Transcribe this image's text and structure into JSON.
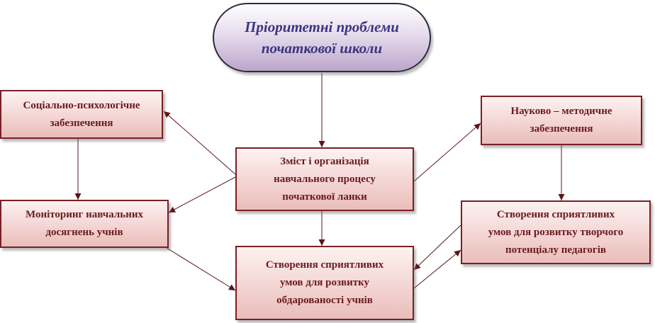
{
  "diagram": {
    "root": {
      "text": "Пріоритетні проблеми\nпочаткової школи"
    },
    "nodes": {
      "social": "Соціально-психологічне\nзабезпечення",
      "science": "Науково – методичне\nзабезпечення",
      "content": "Зміст і організація\nнавчального процесу\nпочаткової ланки",
      "monitoring": "Моніторинг навчальних\nдосягнень учнів",
      "teachers": "Створення сприятливих\nумов для розвитку творчого\nпотенціалу педагогів",
      "gifted": "Створення сприятливих\nумов для розвитку\nобдарованості учнів"
    },
    "colors": {
      "border": "#7a1f25",
      "text": "#6b1a1f",
      "root_text": "#3a3580",
      "arrow": "#5a1418"
    }
  }
}
